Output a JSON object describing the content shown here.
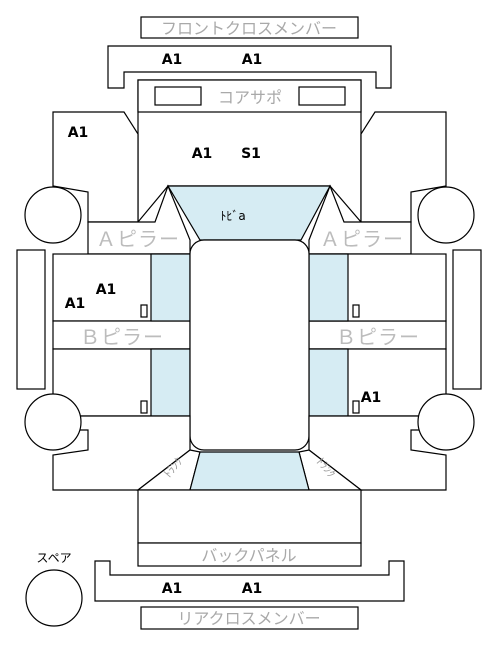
{
  "labels": {
    "front_cross_member": "フロントクロスメンバー",
    "core_support": "コアサポ",
    "a_pillar_left": "Ａピラー",
    "a_pillar_right": "Ａピラー",
    "b_pillar_left": "Ｂピラー",
    "b_pillar_right": "Ｂピラー",
    "dash": "ﾄﾋﾞa",
    "rocker_left": "ﾄﾗﾝｸ",
    "rocker_right": "ﾄﾗﾝｸ",
    "back_panel": "バックパネル",
    "spare": "スペア",
    "rear_cross_member": "リアクロスメンバー"
  },
  "codes": {
    "front_member_1": "A1",
    "front_member_2": "A1",
    "left_apron": "A1",
    "hood_1": "A1",
    "hood_2": "S1",
    "left_front_door_1": "A1",
    "left_front_door_2": "A1",
    "right_rear_door": "A1",
    "rear_member_1": "A1",
    "rear_member_2": "A1"
  }
}
